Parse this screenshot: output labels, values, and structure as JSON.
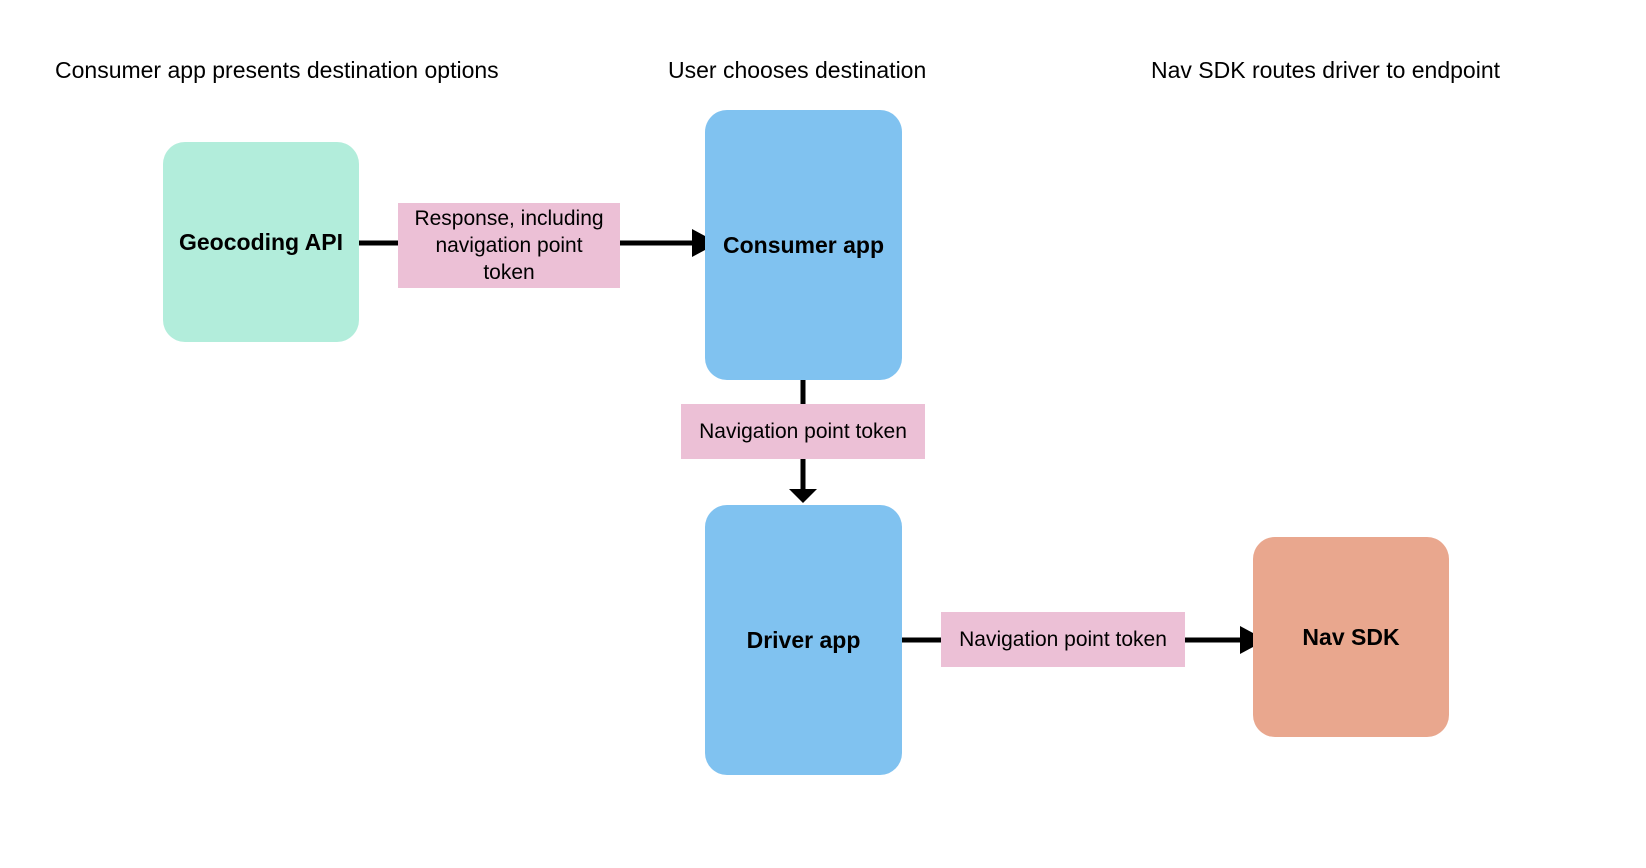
{
  "diagram": {
    "title_row": {
      "consumer_stage": "Consumer app presents destination options",
      "user_stage": "User chooses destination",
      "navsdk_stage": "Nav SDK routes driver to endpoint"
    },
    "nodes": [
      {
        "id": "geocoding-api",
        "label": "Geocoding API",
        "color": "#b2eddb"
      },
      {
        "id": "consumer-app",
        "label": "Consumer app",
        "color": "#80c2f0"
      },
      {
        "id": "driver-app",
        "label": "Driver app",
        "color": "#80c2f0"
      },
      {
        "id": "nav-sdk",
        "label": "Nav SDK",
        "color": "#e9a78e"
      }
    ],
    "edges": [
      {
        "id": "geocoding-to-consumer",
        "from": "geocoding-api",
        "to": "consumer-app",
        "direction": "right",
        "label": "Response, including navigation point token",
        "label_lines": [
          "Response, including",
          "navigation point",
          "token"
        ],
        "label_color": "#ecc0d6"
      },
      {
        "id": "consumer-to-driver",
        "from": "consumer-app",
        "to": "driver-app",
        "direction": "down",
        "label": "Navigation point token",
        "label_color": "#ecc0d6"
      },
      {
        "id": "driver-to-navsdk",
        "from": "driver-app",
        "to": "nav-sdk",
        "direction": "right",
        "label": "Navigation point token",
        "label_color": "#ecc0d6"
      }
    ],
    "palette": {
      "background": "#ffffff",
      "mint": "#b2eddb",
      "blue": "#80c2f0",
      "salmon": "#e9a78e",
      "pink": "#ecc0d6",
      "stroke": "#000000"
    }
  }
}
